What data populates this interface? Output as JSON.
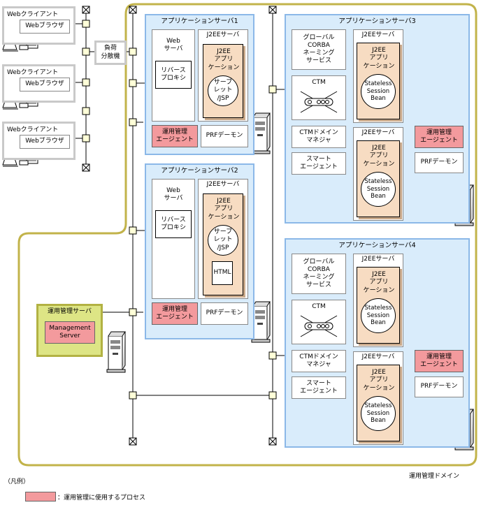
{
  "domain_label": "運用管理ドメイン",
  "load_balancer": "負荷\n分散機",
  "web_clients": [
    {
      "title": "Webクライアント",
      "browser": "Webブラウザ"
    },
    {
      "title": "Webクライアント",
      "browser": "Webブラウザ"
    },
    {
      "title": "Webクライアント",
      "browser": "Webブラウザ"
    }
  ],
  "mgmt_server": {
    "title": "運用管理サーバ",
    "process": "Management\nServer"
  },
  "app_servers": [
    {
      "title": "アプリケーションサーバ1",
      "web_server": "Web\nサーバ",
      "reverse_proxy": "リバース\nプロキシ",
      "j2ee_server": "J2EEサーバ",
      "j2ee_app": "J2EE\nアプリ\nケーション",
      "component": "サーブ\nレット\n/JSP",
      "agent": "運用管理\nエージェント",
      "prf": "PRFデーモン"
    },
    {
      "title": "アプリケーションサーバ2",
      "web_server": "Web\nサーバ",
      "reverse_proxy": "リバース\nプロキシ",
      "j2ee_server": "J2EEサーバ",
      "j2ee_app": "J2EE\nアプリ\nケーション",
      "component": "サーブ\nレット\n/JSP",
      "html": "HTML",
      "agent": "運用管理\nエージェント",
      "prf": "PRFデーモン"
    },
    {
      "title": "アプリケーションサーバ3",
      "naming": "グローバル\nCORBA\nネーミング\nサービス",
      "ctm": "CTM",
      "ctm_domain": "CTMドメイン\nマネジャ",
      "smart": "スマート\nエージェント",
      "j2ee_server_a": "J2EEサーバ",
      "j2ee_app_a": "J2EE\nアプリ\nケーション",
      "bean_a": "Stateless\nSession\nBean",
      "j2ee_server_b": "J2EEサーバ",
      "j2ee_app_b": "J2EE\nアプリ\nケーション",
      "bean_b": "Stateless\nSession\nBean",
      "agent": "運用管理\nエージェント",
      "prf": "PRFデーモン"
    },
    {
      "title": "アプリケーションサーバ4",
      "naming": "グローバル\nCORBA\nネーミング\nサービス",
      "ctm": "CTM",
      "ctm_domain": "CTMドメイン\nマネジャ",
      "smart": "スマート\nエージェント",
      "j2ee_server_a": "J2EEサーバ",
      "j2ee_app_a": "J2EE\nアプリ\nケーション",
      "bean_a": "Stateless\nSession\nBean",
      "j2ee_server_b": "J2EEサーバ",
      "j2ee_app_b": "J2EE\nアプリ\nケーション",
      "bean_b": "Stateless\nSession\nBean",
      "agent": "運用管理\nエージェント",
      "prf": "PRFデーモン"
    }
  ],
  "legend": {
    "title": "（凡例）",
    "item": "：運用管理に使用するプロセス"
  },
  "colors": {
    "process_pink": "#f39a9d",
    "server_blue": "#d9ecfb",
    "domain_border": "#c2b34a",
    "mgmt_fill": "#dde585"
  }
}
